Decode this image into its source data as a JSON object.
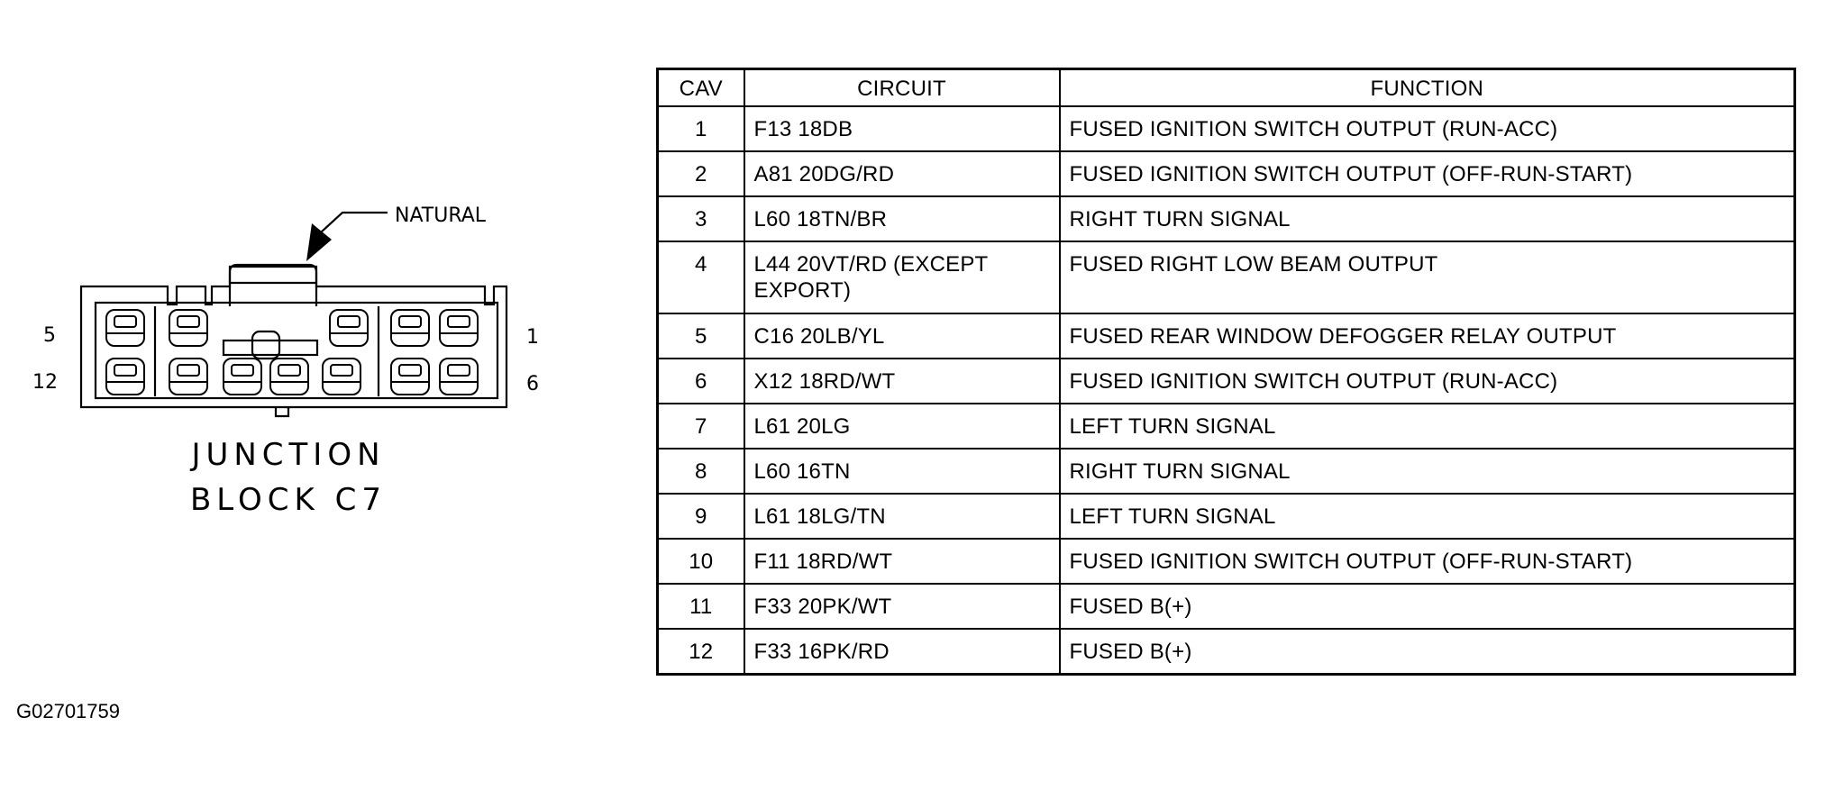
{
  "connector": {
    "label_natural": "NATURAL",
    "title_line1": "JUNCTION",
    "title_line2": "BLOCK C7",
    "pin_label_top_left": "5",
    "pin_label_bottom_left": "12",
    "pin_label_top_right": "1",
    "pin_label_bottom_right": "6"
  },
  "table": {
    "headers": [
      "CAV",
      "CIRCUIT",
      "FUNCTION"
    ],
    "rows": [
      {
        "cav": "1",
        "circuit": "F13 18DB",
        "function": "FUSED IGNITION SWITCH OUTPUT (RUN-ACC)"
      },
      {
        "cav": "2",
        "circuit": "A81 20DG/RD",
        "function": "FUSED IGNITION SWITCH OUTPUT (OFF-RUN-START)"
      },
      {
        "cav": "3",
        "circuit": "L60 18TN/BR",
        "function": "RIGHT TURN SIGNAL"
      },
      {
        "cav": "4",
        "circuit": "L44 20VT/RD (EXCEPT EXPORT)",
        "function": "FUSED RIGHT LOW BEAM OUTPUT"
      },
      {
        "cav": "5",
        "circuit": "C16 20LB/YL",
        "function": "FUSED REAR WINDOW DEFOGGER RELAY OUTPUT"
      },
      {
        "cav": "6",
        "circuit": "X12 18RD/WT",
        "function": "FUSED IGNITION SWITCH OUTPUT (RUN-ACC)"
      },
      {
        "cav": "7",
        "circuit": "L61 20LG",
        "function": "LEFT TURN SIGNAL"
      },
      {
        "cav": "8",
        "circuit": "L60 16TN",
        "function": "RIGHT TURN SIGNAL"
      },
      {
        "cav": "9",
        "circuit": "L61 18LG/TN",
        "function": "LEFT TURN SIGNAL"
      },
      {
        "cav": "10",
        "circuit": "F11 18RD/WT",
        "function": "FUSED IGNITION SWITCH OUTPUT (OFF-RUN-START)"
      },
      {
        "cav": "11",
        "circuit": "F33 20PK/WT",
        "function": "FUSED B(+)"
      },
      {
        "cav": "12",
        "circuit": "F33 16PK/RD",
        "function": "FUSED B(+)"
      }
    ]
  },
  "figure_id": "G02701759"
}
